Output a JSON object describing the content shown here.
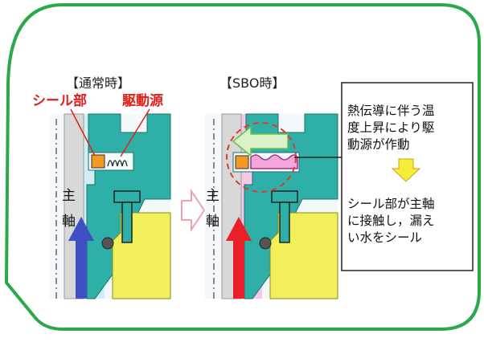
{
  "colors": {
    "frame": "#2aa84a",
    "casing": "#2eb0a8",
    "housing": "#f1ef5a",
    "shaft": "#d8d8d8",
    "seal": "#f39a22",
    "drive": "#f2a6dc",
    "arrow_red": "#e8202a",
    "arrow_blue": "#3f4fc4",
    "arrow_green": "#d9f2c8",
    "arrow_yellow": "#f5ec3b",
    "circle": "#e03a2a"
  },
  "left_panel": {
    "title": "【通常時】",
    "seal_label": "シール部",
    "drive_label": "駆動源",
    "shaft_label_1": "主",
    "shaft_label_2": "軸"
  },
  "right_panel": {
    "title": "【SBO時】",
    "shaft_label_1": "主",
    "shaft_label_2": "軸"
  },
  "explanation": {
    "line1": "熱伝導に伴う温",
    "line2": "度上昇により駆",
    "line3": "動源が作動",
    "line4": "シール部が主軸",
    "line5": "に接触し，漏え",
    "line6": "い水をシール"
  }
}
